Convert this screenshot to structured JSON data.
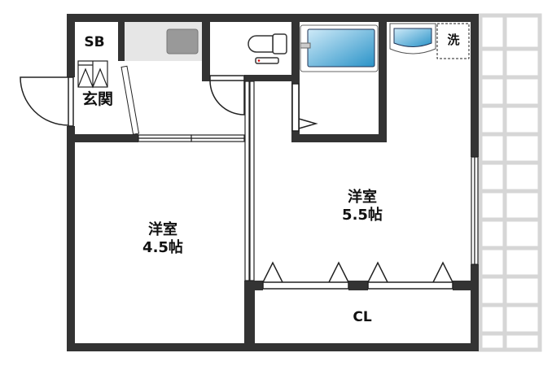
{
  "rooms": {
    "sb": "SB",
    "entrance": "玄関",
    "laundry": "洗",
    "room1": {
      "name": "洋室",
      "size": "4.5帖"
    },
    "room2": {
      "name": "洋室",
      "size": "5.5帖"
    },
    "closet": "CL"
  },
  "colors": {
    "wall": "#333333",
    "fixture_blue": "#3a9fd0",
    "balcony": "#d6d6d6",
    "kitchen": "#e6e6e6"
  }
}
